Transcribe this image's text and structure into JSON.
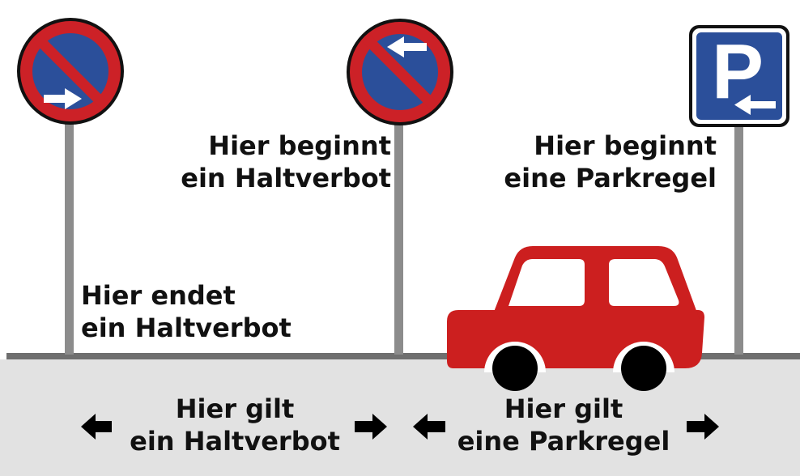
{
  "colors": {
    "road": "#e2e2e2",
    "curb": "#6f6f6f",
    "pole": "#8c8c8c",
    "sign_red": "#cc2127",
    "sign_blue": "#2b4f9a",
    "car_red": "#cc1f1f",
    "wheel": "#000000",
    "text": "#111111"
  },
  "icons": [
    "no-stopping-end-sign-icon",
    "no-stopping-start-sign-icon",
    "parking-sign-icon",
    "car-icon",
    "arrow-left-icon",
    "arrow-right-icon"
  ],
  "parking_sign_letter": "P",
  "labels": {
    "end_no_stopping": {
      "line1": "Hier endet",
      "line2": "ein Haltverbot"
    },
    "start_no_stopping": {
      "line1": "Hier beginnt",
      "line2": "ein Haltverbot"
    },
    "start_parking": {
      "line1": "Hier beginnt",
      "line2": "eine Parkregel"
    },
    "zone_no_stopping": {
      "line1": "Hier gilt",
      "line2": "ein Haltverbot"
    },
    "zone_parking": {
      "line1": "Hier gilt",
      "line2": "eine Parkregel"
    }
  }
}
